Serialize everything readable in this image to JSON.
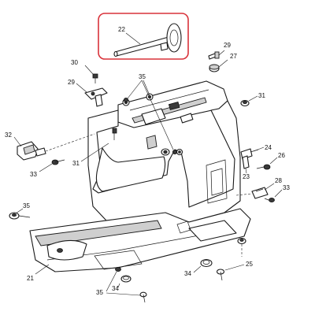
{
  "highlight_color": "#d9323a",
  "labels": {
    "l22": "22",
    "l29a": "29",
    "l27": "27",
    "l30": "30",
    "l35a": "35",
    "l29b": "29",
    "l31a": "31",
    "l32": "32",
    "l31b": "31",
    "l33a": "33",
    "l24": "24",
    "l26": "26",
    "l23": "23",
    "l28": "28",
    "l33b": "33",
    "l35b": "35",
    "l21": "21",
    "l34a": "34",
    "l25": "25",
    "l34b": "34",
    "l35c": "35"
  }
}
